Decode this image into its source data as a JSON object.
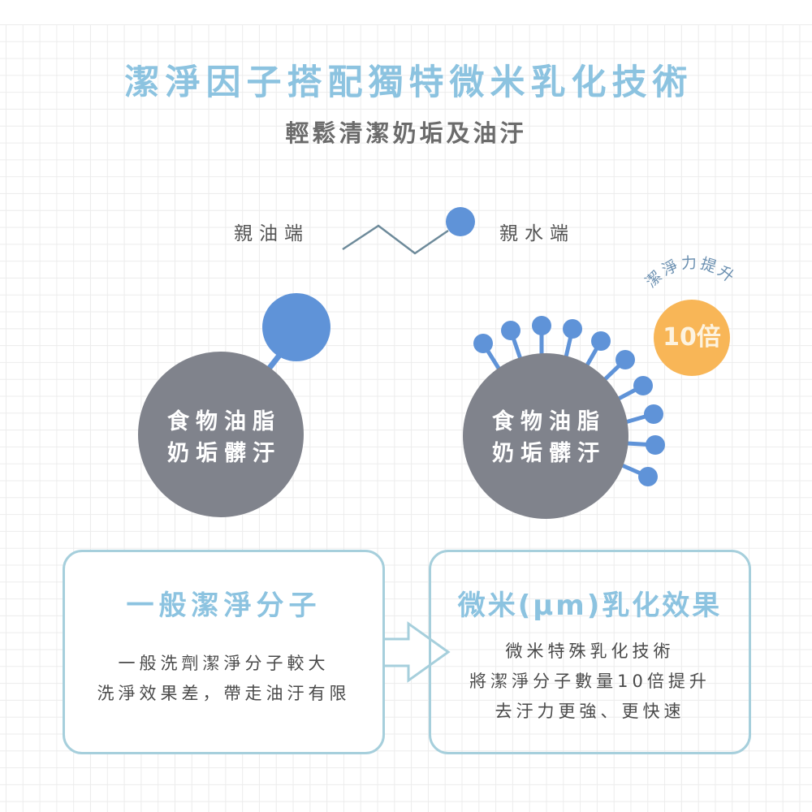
{
  "header": {
    "title": "潔淨因子搭配獨特微米乳化技術",
    "subtitle": "輕鬆清潔奶垢及油汙"
  },
  "molecule_legend": {
    "left_label": "親油端",
    "right_label": "親水端",
    "icon": "surfactant-molecule-icon"
  },
  "comparison": {
    "left_circle": {
      "line1": "食物油脂",
      "line2": "奶垢髒汙"
    },
    "right_circle": {
      "line1": "食物油脂",
      "line2": "奶垢髒汙"
    },
    "badge": {
      "arc_text": "潔淨力提升",
      "value": "10倍"
    }
  },
  "boxes": [
    {
      "title": "一般潔淨分子",
      "lines": [
        "一般洗劑潔淨分子較大",
        "洗淨效果差，帶走油汙有限"
      ]
    },
    {
      "title": "微米(μm)乳化效果",
      "lines": [
        "微米特殊乳化技術",
        "將潔淨分子數量10倍提升",
        "去汙力更強、更快速"
      ]
    }
  ],
  "colors": {
    "accent_blue_text": "#8cc3e0",
    "molecule_blue": "#5f93d8",
    "dirt_gray": "#80838c",
    "badge_orange": "#f8b657",
    "box_border": "#a6cfdc",
    "grid_line": "#ececec"
  }
}
